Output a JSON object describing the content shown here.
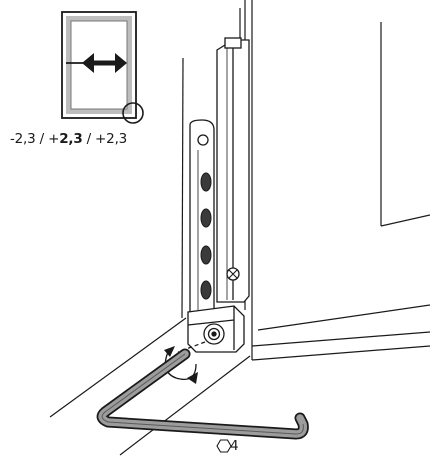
{
  "adjustment": {
    "minus": "-2,3",
    "sep1": " / +",
    "nominal": "2,3",
    "sep2": " / +2,3"
  },
  "tool": {
    "icon": "hexagon-icon",
    "size": "4"
  },
  "colors": {
    "line": "#1a1a1a",
    "frame_gray": "#a8a8a8",
    "key_gray": "#9c9c9c"
  }
}
